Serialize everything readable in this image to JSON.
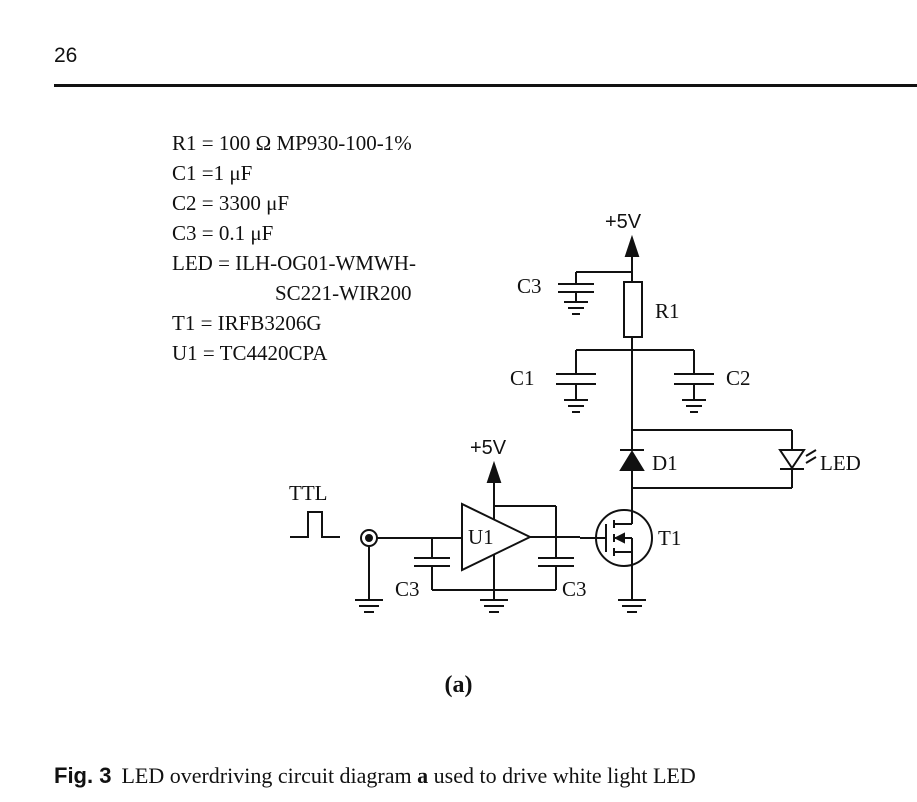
{
  "header": {
    "page_number": "26"
  },
  "specs": [
    "R1 = 100 Ω MP930-100-1%",
    "C1 =1 μF",
    "C2 = 3300 μF",
    "C3 = 0.1 μF",
    "LED = ILH-OG01-WMWH-",
    "SC221-WIR200",
    "T1 = IRFB3206G",
    "U1 = TC4420CPA"
  ],
  "circuit_labels": {
    "vcc_top": "+5V",
    "vcc_driver": "+5V",
    "r1": "R1",
    "c1": "C1",
    "c2": "C2",
    "c3_top": "C3",
    "c3_left": "C3",
    "c3_right": "C3",
    "d1": "D1",
    "led": "LED",
    "t1": "T1",
    "u1": "U1",
    "ttl": "TTL"
  },
  "figure": {
    "sublabel": "(a)",
    "caption_fig": "Fig. 3",
    "caption_pre": "LED overdriving circuit diagram ",
    "caption_bold": "a",
    "caption_post": " used to drive white light LED"
  }
}
